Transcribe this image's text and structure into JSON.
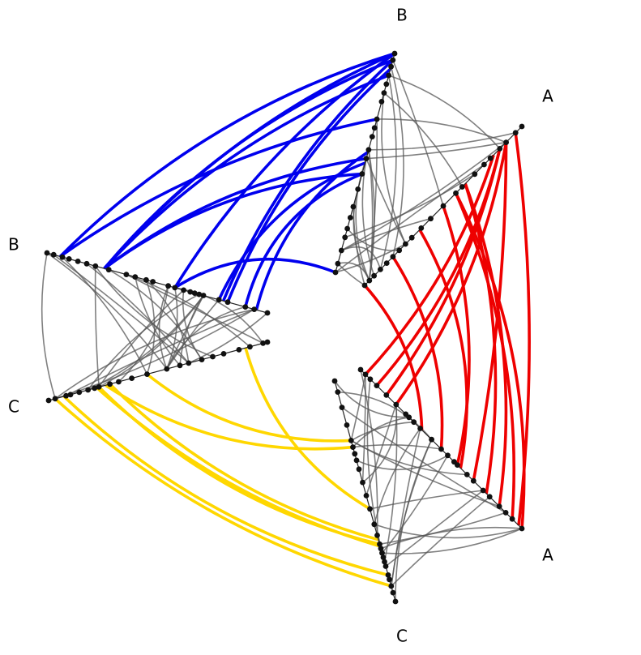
{
  "title": "",
  "axis_labels": {
    "left_top": "B",
    "left_bottom": "C",
    "right_top_b": "B",
    "right_top_a": "A",
    "right_bottom_a": "A",
    "right_bottom_c": "C"
  },
  "colors": {
    "blue_edges": "#0000ee",
    "red_edges": "#ee0000",
    "gold_edges": "#ffd700",
    "internal_edges": "#555555",
    "nodes": "#111111"
  },
  "legend": "none"
}
